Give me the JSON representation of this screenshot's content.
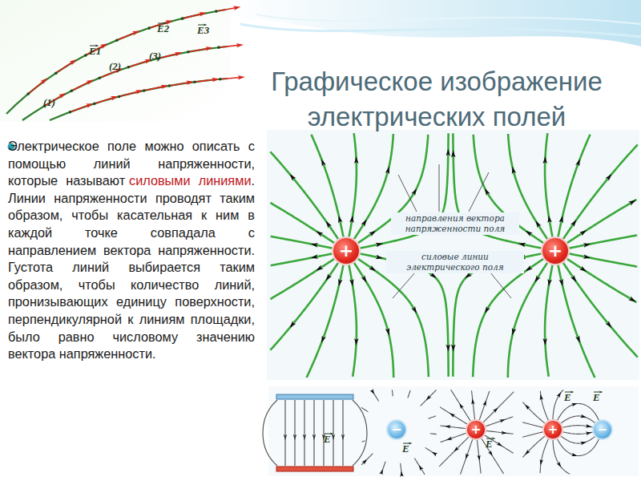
{
  "diagram": {
    "title": "Графическое изображение электрических полей",
    "nodes": [
      {
        "text": [
          "+"
        ]
      },
      {
        "text": [
          "+"
        ]
      },
      {
        "text": [
          "−"
        ]
      },
      {
        "text": [
          "+"
        ]
      },
      {
        "text": [
          "+"
        ]
      },
      {
        "text": [
          "−"
        ]
      }
    ],
    "labels": [
      "E1",
      "E2",
      "E3",
      "(1)",
      "(2)",
      "(3)",
      "Электрическое поле можно описать с помощью линий напряженности, которые называют",
      "силовыми линиями",
      ". Линии напряженности проводят таким образом, чтобы касательная к ним в каждой точке совпадала с направлением вектора напряженности. Густота линий выбирается таким образом, чтобы количество линий, пронизывающих единицу поверхности, перпендикулярной к линиям площадки, было равно числовому значению вектора напряженности.",
      "направления вектора напряженности поля",
      "силовые линии электрического поля",
      "E",
      "E",
      "E",
      "E",
      "E"
    ]
  }
}
